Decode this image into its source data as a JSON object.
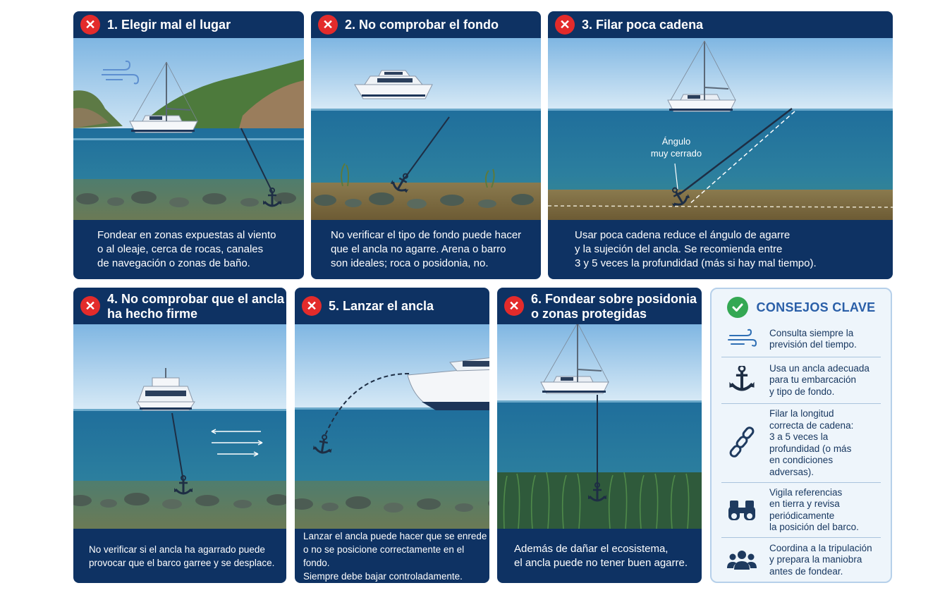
{
  "cards": [
    {
      "number_title": "1. Elegir mal el lugar",
      "text": "Fondear en zonas expuestas al viento\no al oleaje, cerca de rocas, canales\nde navegación o zonas de baño."
    },
    {
      "number_title": "2. No comprobar el fondo",
      "text": "No verificar el tipo de fondo puede hacer\nque el ancla no agarre. Arena o barro\nson ideales; roca o posidonia, no."
    },
    {
      "number_title": "3. Filar poca cadena",
      "text": "Usar poca cadena reduce el ángulo de agarre\ny la sujeción del ancla. Se recomienda entre\n3 y 5 veces la profundidad (más si hay mal tiempo).",
      "annotation": "Ángulo\nmuy cerrado"
    },
    {
      "number_title": "4. No comprobar que el ancla\n  ha hecho firme",
      "text": "No verificar si el ancla ha agarrado puede\nprovocar que el barco garree y se desplace."
    },
    {
      "number_title": "5. Lanzar el ancla",
      "text": "Lanzar el ancla puede hacer que se enrede\no no se posicione correctamente en el fondo.\nSiempre debe bajar controladamente."
    },
    {
      "number_title": "6. Fondear sobre posidonia\n   o zonas protegidas",
      "text": "Además de dañar el ecosistema,\nel ancla puede no tener buen agarre."
    }
  ],
  "tips": {
    "title": "CONSEJOS CLAVE",
    "items": [
      {
        "icon": "wind-icon",
        "text": "Consulta siempre la\nprevisión del tiempo."
      },
      {
        "icon": "anchor-icon",
        "text": "Usa un ancla adecuada\npara tu embarcación\ny tipo de fondo."
      },
      {
        "icon": "chain-icon",
        "text": "Filar la longitud\ncorrecta de cadena:\n3 a 5 veces la\nprofundidad (o más\nen condiciones\nadversas)."
      },
      {
        "icon": "binoculars-icon",
        "text": "Vigila referencias\nen tierra y revisa\nperiódicamente\nla posición del barco."
      },
      {
        "icon": "crew-icon",
        "text": "Coordina a la tripulación\ny prepara la maniobra\nantes de fondear."
      }
    ]
  },
  "colors": {
    "card_bg": "#0e3263",
    "error_badge": "#e32b2b",
    "ok_badge": "#34a853",
    "tips_bg": "#eef5fb",
    "tips_title": "#2a5fa8"
  }
}
